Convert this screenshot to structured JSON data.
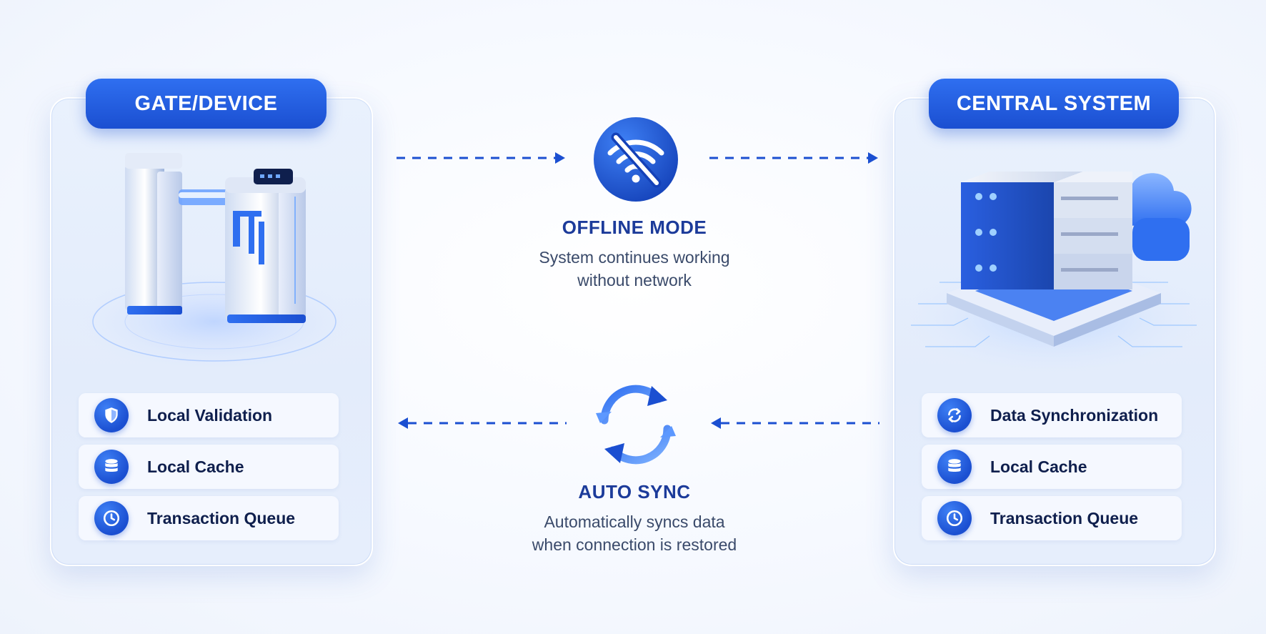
{
  "left_panel": {
    "title": "GATE/DEVICE",
    "features": [
      {
        "label": "Local Validation",
        "icon": "shield-check-icon"
      },
      {
        "label": "Local Cache",
        "icon": "database-icon"
      },
      {
        "label": "Transaction Queue",
        "icon": "clock-icon"
      }
    ]
  },
  "right_panel": {
    "title": "CENTRAL SYSTEM",
    "features": [
      {
        "label": "Data Synchronization",
        "icon": "sync-icon"
      },
      {
        "label": "Local Cache",
        "icon": "database-icon"
      },
      {
        "label": "Transaction Queue",
        "icon": "clock-icon"
      }
    ]
  },
  "offline": {
    "title": "OFFLINE MODE",
    "description": [
      "System continues working",
      "without network"
    ],
    "icon": "wifi-off-icon"
  },
  "sync": {
    "title": "AUTO SYNC",
    "description": [
      "Automatically syncs data",
      "when connection is restored"
    ],
    "icon": "sync-arrows-icon"
  },
  "colors": {
    "primary": "#1b4fd1",
    "accent": "#2f6ff0",
    "dark_text": "#0f1f4d",
    "heading_blue": "#1c3b9a"
  }
}
